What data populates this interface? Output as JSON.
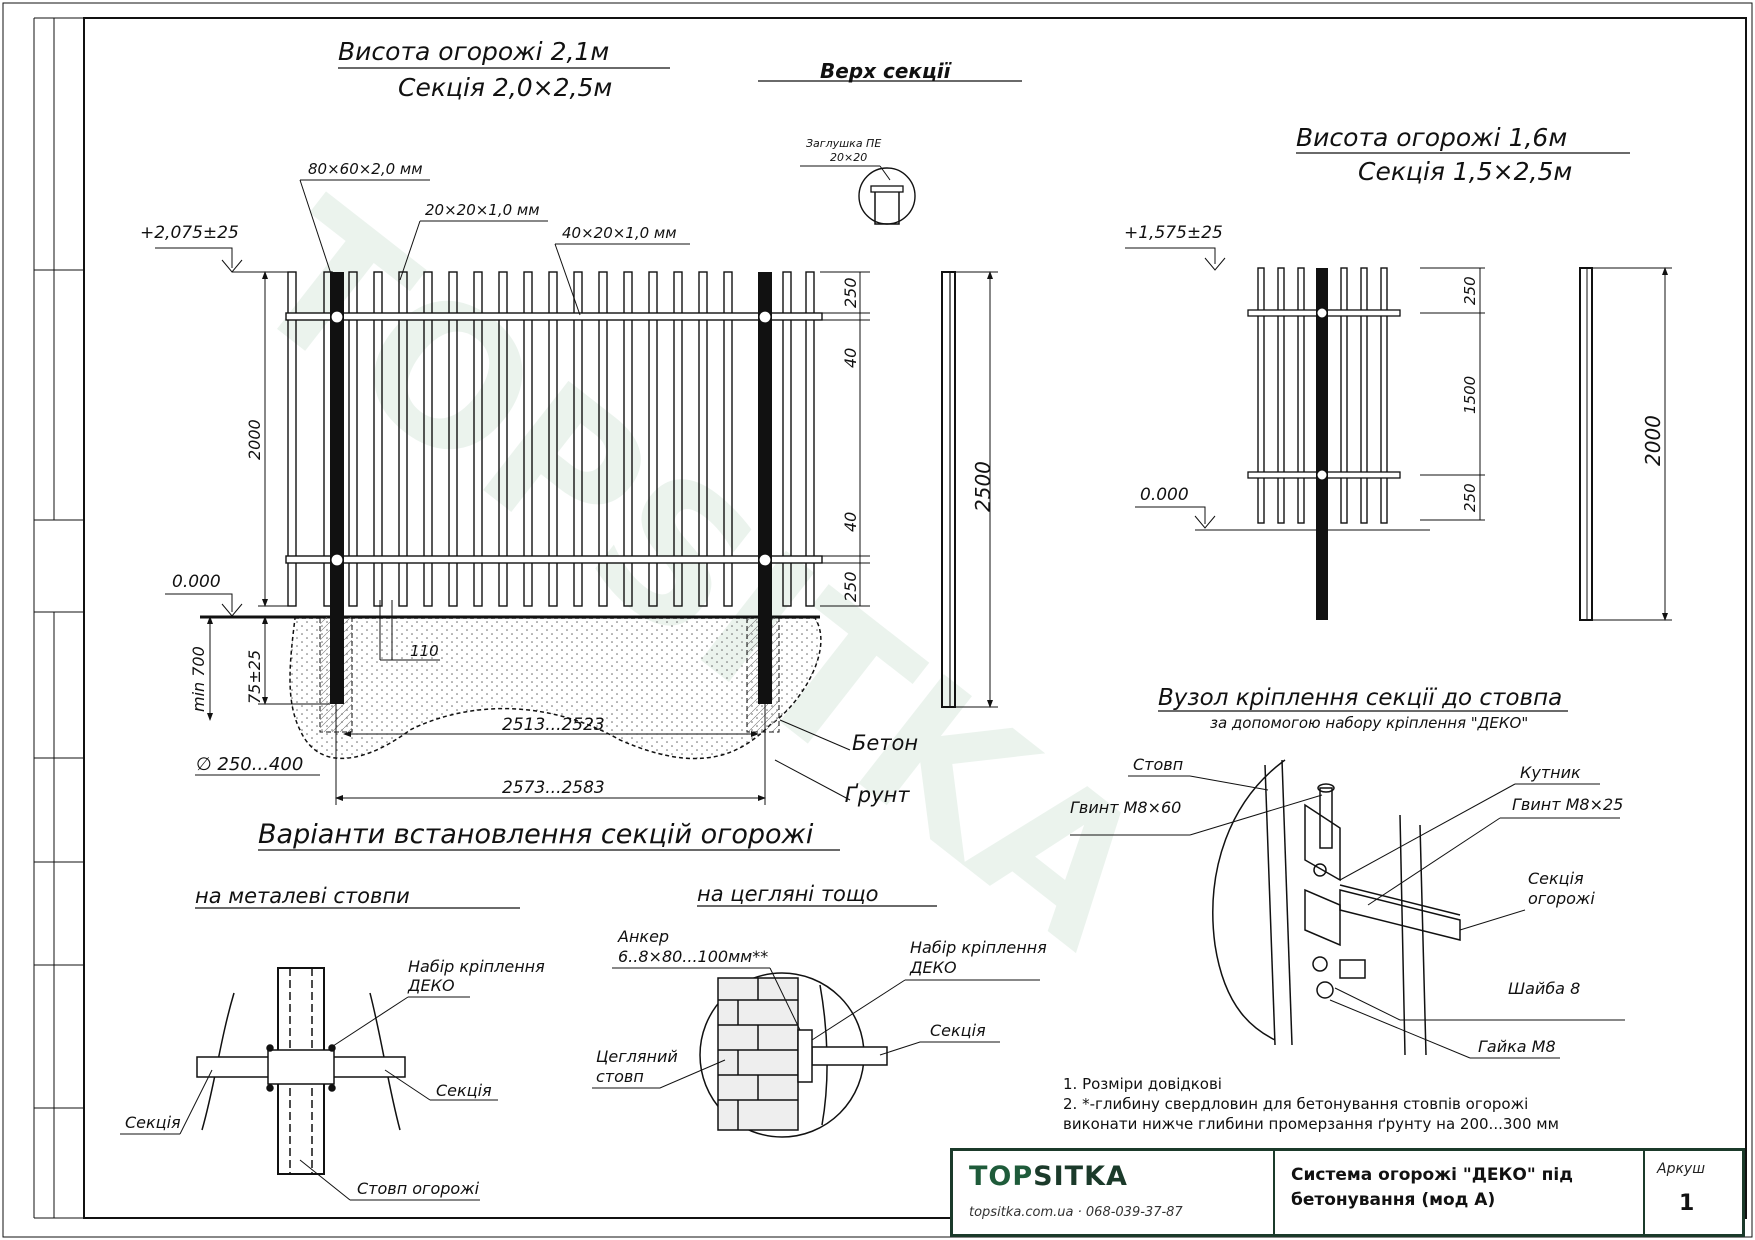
{
  "header": {
    "left_title_1": "Висота огорожі 2,1м",
    "left_title_2": "Секція 2,0×2,5м",
    "top_section": "Верх секції",
    "right_title_1": "Висота огорожі 1,6м",
    "right_title_2": "Секція 1,5×2,5м"
  },
  "main_drawing": {
    "cap_label": "Заглушка ПЕ",
    "cap_size": "20×20",
    "post_profile": "80×60×2,0 мм",
    "picket_profile": "20×20×1,0 мм",
    "rail_profile": "40×20×1,0 мм",
    "top_level": "+2,075±25",
    "zero_level": "0.000",
    "dim_2000": "2000",
    "dim_250_top": "250",
    "dim_40_top": "40",
    "dim_40_bottom": "40",
    "dim_250_bottom": "250",
    "dim_2500": "2500",
    "min_depth": "min 700",
    "ground_gap": "75±25",
    "dim_110": "110",
    "dim_inner": "2513...2523",
    "dim_outer": "2573...2583",
    "hole_dia": "∅ 250...400",
    "concrete": "Бетон",
    "soil": "Ґрунт"
  },
  "right_drawing": {
    "top_level": "+1,575±25",
    "zero_level": "0.000",
    "dim_250_top": "250",
    "dim_1500": "1500",
    "dim_250_bottom": "250",
    "dim_2000": "2000"
  },
  "variants": {
    "title": "Варіанти встановлення секцій огорожі",
    "metal_title": "на металеві стовпи",
    "brick_title": "на цегляні тощо",
    "kit_label_1": "Набір кріплення",
    "kit_label_2": "ДЕКО",
    "section_left": "Секція",
    "section_right": "Секція",
    "post_label": "Стовп огорожі",
    "anchor_1": "Анкер",
    "anchor_2": "6..8×80...100мм**",
    "brick_kit_1": "Набір кріплення",
    "brick_kit_2": "ДЕКО",
    "brick_section": "Секція",
    "brick_post_1": "Цегляний",
    "brick_post_2": "стовп"
  },
  "node": {
    "title": "Вузол кріплення секції до стовпа",
    "subtitle": "за допомогою набору кріплення \"ДЕКО\"",
    "post": "Стовп",
    "screw_60": "Гвинт М8×60",
    "angle": "Кутник",
    "screw_25": "Гвинт М8×25",
    "section_1": "Секція",
    "section_2": "огорожі",
    "washer": "Шайба 8",
    "nut": "Гайка М8"
  },
  "notes": {
    "note1": "1. Розміри довідкові",
    "note2": "2. *-глибину свердловин для бетонування стовпів огорожі",
    "note3": "виконати нижче глибини промерзання ґрунту на 200...300 мм"
  },
  "watermark": "TOPSITKA",
  "title_block": {
    "brand_a": "TOP",
    "brand_b": "SITKA",
    "contact": "topsitka.com.ua · 068-039-37-87",
    "title": "Система огорожі \"ДЕКО\" під бетонування (мод А)",
    "sheet_label": "Аркуш",
    "sheet_number": "1"
  }
}
